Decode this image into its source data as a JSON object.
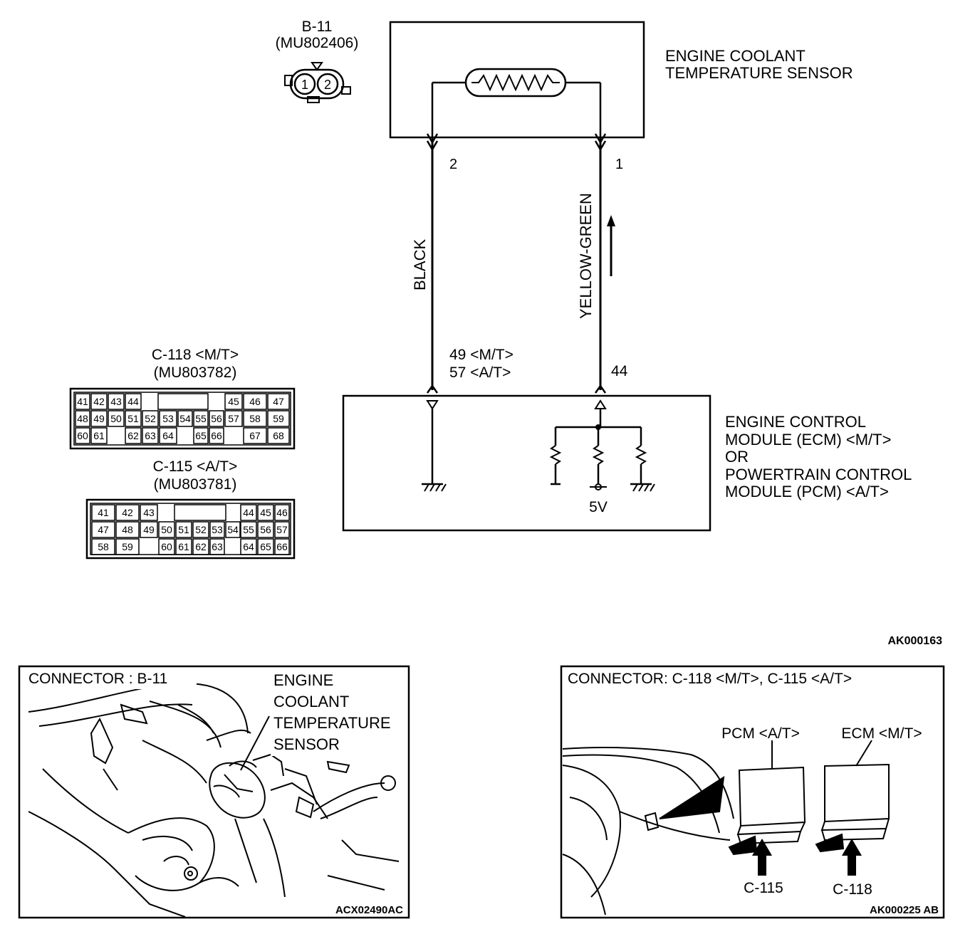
{
  "sensor_connector": {
    "id": "B-11",
    "part": "(MU802406)",
    "pin1": "1",
    "pin2": "2"
  },
  "sensor_label": {
    "line1": "ENGINE COOLANT",
    "line2": "TEMPERATURE SENSOR"
  },
  "wires": {
    "left_pin": "2",
    "right_pin": "1",
    "left_color": "BLACK",
    "right_color": "YELLOW-GREEN",
    "left_term_mt": "49 <M/T>",
    "left_term_at": "57 <A/T>",
    "right_term": "44"
  },
  "ecm_label": {
    "line1": "ENGINE CONTROL",
    "line2": "MODULE (ECM) <M/T>",
    "line3": "OR",
    "line4": "POWERTRAIN CONTROL",
    "line5": "MODULE (PCM) <A/T>"
  },
  "supply_voltage": "5V",
  "connector_c118": {
    "title": "C-118 <M/T>",
    "part": "(MU803782)",
    "rows": [
      [
        "41",
        "42",
        "43",
        "44",
        "45",
        "46",
        "47"
      ],
      [
        "48",
        "49",
        "50",
        "51",
        "52",
        "53",
        "54",
        "55",
        "56",
        "57",
        "58",
        "59"
      ],
      [
        "60",
        "61",
        "62",
        "63",
        "64",
        "65",
        "66",
        "67",
        "68"
      ]
    ]
  },
  "connector_c115": {
    "title": "C-115 <A/T>",
    "part": "(MU803781)",
    "rows": [
      [
        "41",
        "42",
        "43",
        "44",
        "45",
        "46"
      ],
      [
        "47",
        "48",
        "49",
        "50",
        "51",
        "52",
        "53",
        "54",
        "55",
        "56",
        "57"
      ],
      [
        "58",
        "59",
        "60",
        "61",
        "62",
        "63",
        "64",
        "65",
        "66"
      ]
    ]
  },
  "diagram_code": "AK000163",
  "photo_left": {
    "title": "CONNECTOR : B-11",
    "label1": "ENGINE",
    "label2": "COOLANT",
    "label3": "TEMPERATURE",
    "label4": "SENSOR",
    "code": "ACX02490AC"
  },
  "photo_right": {
    "title": "CONNECTOR: C-118 <M/T>, C-115 <A/T>",
    "pcm": "PCM <A/T>",
    "ecm": "ECM <M/T>",
    "c115": "C-115",
    "c118": "C-118",
    "code": "AK000225 AB"
  }
}
